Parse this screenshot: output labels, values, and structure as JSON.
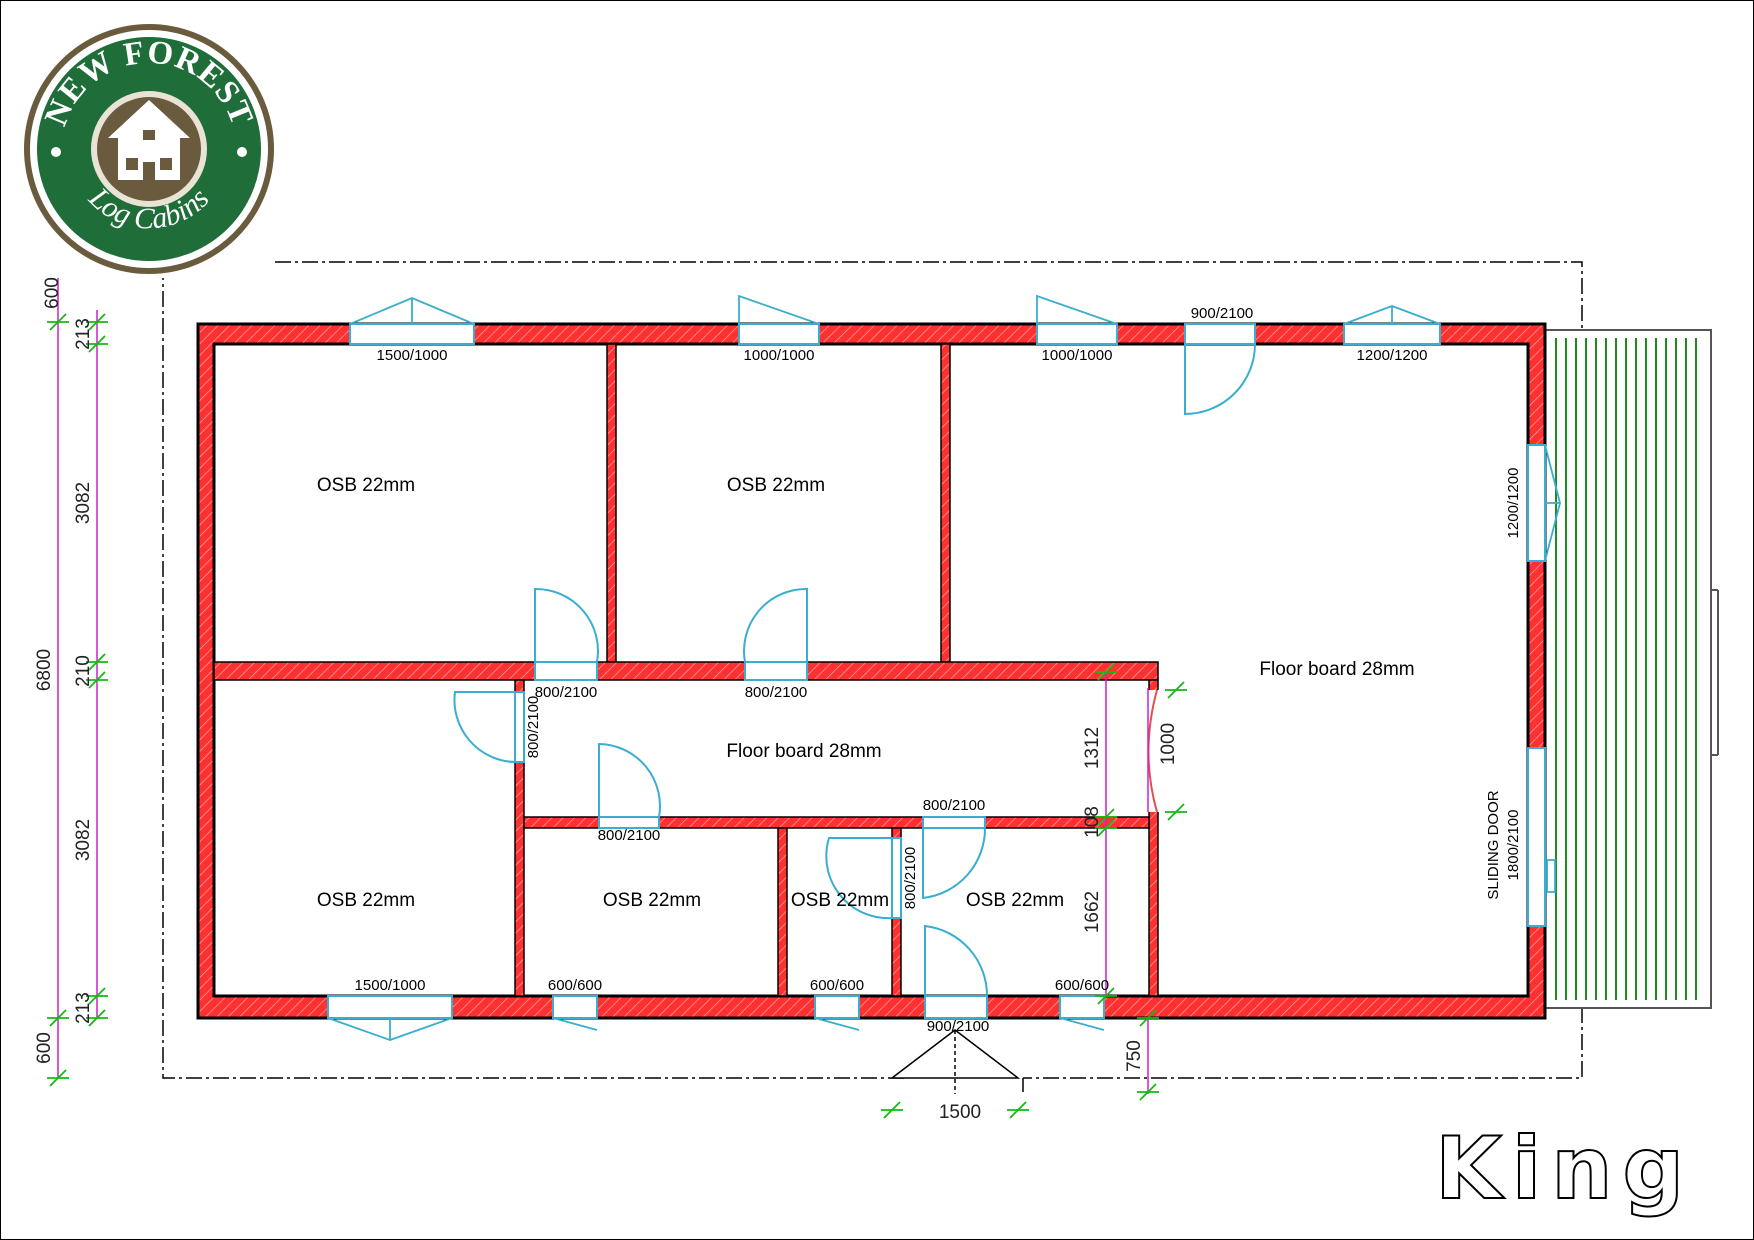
{
  "logo": {
    "top_text": "NEW FOREST",
    "bottom_text": "Log Cabins"
  },
  "model_name": "King",
  "rooms": [
    {
      "id": "r1",
      "label": "OSB 22mm"
    },
    {
      "id": "r2",
      "label": "OSB 22mm"
    },
    {
      "id": "r3",
      "label": "Floor board 28mm"
    },
    {
      "id": "r4",
      "label": "Floor board 28mm"
    },
    {
      "id": "r5",
      "label": "OSB 22mm"
    },
    {
      "id": "r6",
      "label": "OSB 22mm"
    },
    {
      "id": "r7",
      "label": "OSB 22mm"
    },
    {
      "id": "r8",
      "label": "OSB 22mm"
    }
  ],
  "openings": [
    {
      "id": "w_top_1",
      "label": "1500/1000"
    },
    {
      "id": "w_top_2",
      "label": "1000/1000"
    },
    {
      "id": "w_top_3",
      "label": "1000/1000"
    },
    {
      "id": "d_top",
      "label": "900/2100"
    },
    {
      "id": "w_top_4",
      "label": "1200/1200"
    },
    {
      "id": "w_right",
      "label": "1200/1200"
    },
    {
      "id": "d_int_1",
      "label": "800/2100"
    },
    {
      "id": "d_int_2",
      "label": "800/2100"
    },
    {
      "id": "d_int_3",
      "label": "800/2100"
    },
    {
      "id": "d_int_4",
      "label": "800/2100"
    },
    {
      "id": "d_int_5",
      "label": "800/2100"
    },
    {
      "id": "d_int_6",
      "label": "800/2100"
    },
    {
      "id": "w_bot_1",
      "label": "1500/1000"
    },
    {
      "id": "w_bot_2",
      "label": "600/600"
    },
    {
      "id": "w_bot_3",
      "label": "600/600"
    },
    {
      "id": "w_bot_4",
      "label": "600/600"
    },
    {
      "id": "d_entry",
      "label": "900/2100"
    }
  ],
  "sliding_door": {
    "title": "SLIDING DOOR",
    "size": "1800/2100"
  },
  "dimensions": {
    "left_outer": [
      "600",
      "6800",
      "600"
    ],
    "left_inner": [
      "213",
      "3082",
      "210",
      "3082",
      "213"
    ],
    "corridor_height": "1312",
    "corridor_gap": "108",
    "lower_room": "1662",
    "arch_opening": "1000",
    "entry_width": "1500",
    "entry_depth": "750"
  },
  "colors": {
    "wall": "#ff2a2a",
    "wall_edge": "#000000",
    "window": "#55c8e0",
    "dim_line": "#cc22cc",
    "dim_tick": "#11bb11",
    "deck": "#1e8c1e",
    "logo_green": "#1f6e3a",
    "logo_brown": "#6b5b3e"
  }
}
